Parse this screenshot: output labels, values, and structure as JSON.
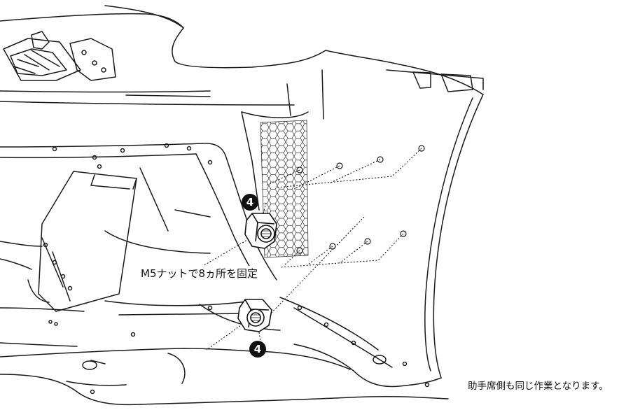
{
  "diagram": {
    "step_badge_top": "4",
    "step_badge_bottom": "4",
    "callout_label": "M5ナットで8ヵ所を固定",
    "note": "助手席側も同じ作業となります。"
  }
}
